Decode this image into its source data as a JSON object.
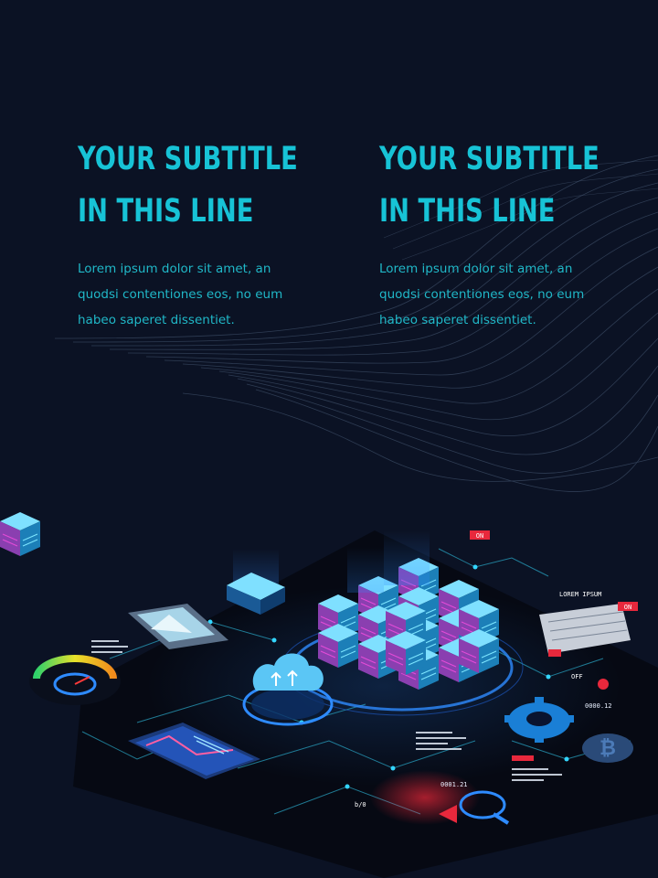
{
  "columns": [
    {
      "subtitle_line1": "YOUR SUBTITLE",
      "subtitle_line2": "IN THIS LINE",
      "body_line1": "Lorem ipsum dolor sit amet, an",
      "body_line2": "quodsi contentiones eos, no eum",
      "body_line3": "habeo saperet dissentiet."
    },
    {
      "subtitle_line1": "YOUR SUBTITLE",
      "subtitle_line2": "IN THIS LINE",
      "body_line1": "Lorem ipsum dolor sit amet, an",
      "body_line2": "quodsi contentiones eos, no eum",
      "body_line3": "habeo saperet dissentiet."
    }
  ],
  "illustration": {
    "labels": {
      "on_top": "ON",
      "on_right": "ON",
      "lorem_ipsum": "LOREM IPSUM",
      "off": "OFF",
      "b0": "b/0",
      "counter1": "0001.21",
      "counter2": "0000.12"
    },
    "icons": [
      "server-stack-icon",
      "cloud-upload-icon",
      "gauge-icon",
      "gear-icon",
      "bitcoin-icon",
      "magnifier-icon",
      "photo-card-icon",
      "chart-card-icon"
    ]
  },
  "colors": {
    "background": "#0b1224",
    "accent": "#17c3d6",
    "glow": "#2e8bff",
    "alert": "#e8283c"
  }
}
